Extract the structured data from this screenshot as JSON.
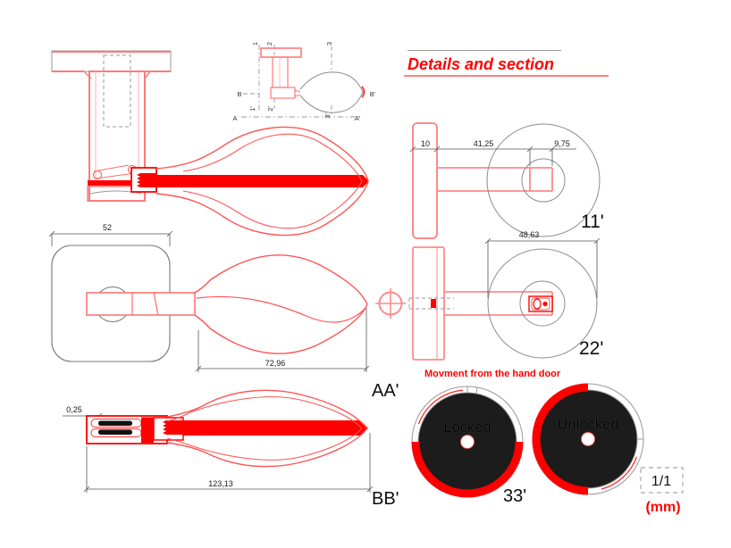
{
  "sheet": {
    "title": "Details and section",
    "movement_note": "Movment from the hand door",
    "scale_ratio": "1/1",
    "units_label": "(mm)"
  },
  "view_labels": {
    "section_1": "11'",
    "section_2": "22'",
    "section_3": "33'",
    "section_a": "AA'",
    "section_b": "BB'"
  },
  "key_diagram": {
    "a": "A",
    "a_prime": "A'",
    "b": "B",
    "b_prime": "B'",
    "line_1": "1",
    "line_1_prime": "1'",
    "line_2": "2",
    "line_2_prime": "2'",
    "line_3": "3",
    "line_3_prime": "3'"
  },
  "dimensions": {
    "plate_thickness": "10",
    "neck_length": "41,25",
    "rose_inset": "9,75",
    "rose_diameter": "48,63",
    "plate_width": "52",
    "grip_length": "72,96",
    "clearance": "0,25",
    "overall_length": "123,13"
  },
  "dial_states": {
    "locked": "Locked",
    "unlocked": "Unlocked"
  },
  "colors": {
    "accent_red": "#ff0000",
    "outline_pink": "#ff8a8a",
    "leaf_red": "#ff5555",
    "drawing_gray": "#8c8c8c",
    "dim_text": "#1a1a1a",
    "disc_black": "#1c1c1c"
  }
}
